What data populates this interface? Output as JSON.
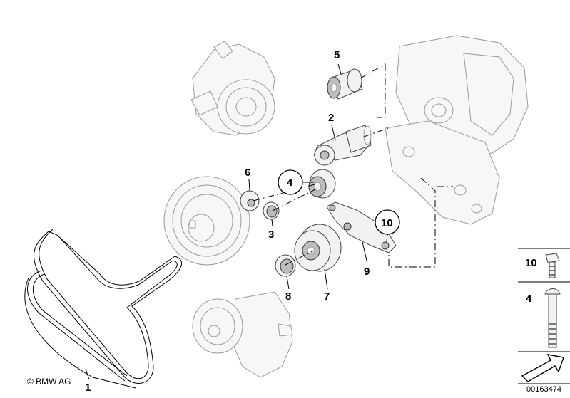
{
  "callouts": {
    "p1": "1",
    "p2": "2",
    "p3": "3",
    "p4": "4",
    "p5": "5",
    "p6": "6",
    "p7": "7",
    "p8": "8",
    "p9": "9",
    "p10": "10"
  },
  "legend": {
    "item_a": "10",
    "item_b": "4"
  },
  "copyright": "© BMW AG",
  "diagram_number": "00163474"
}
